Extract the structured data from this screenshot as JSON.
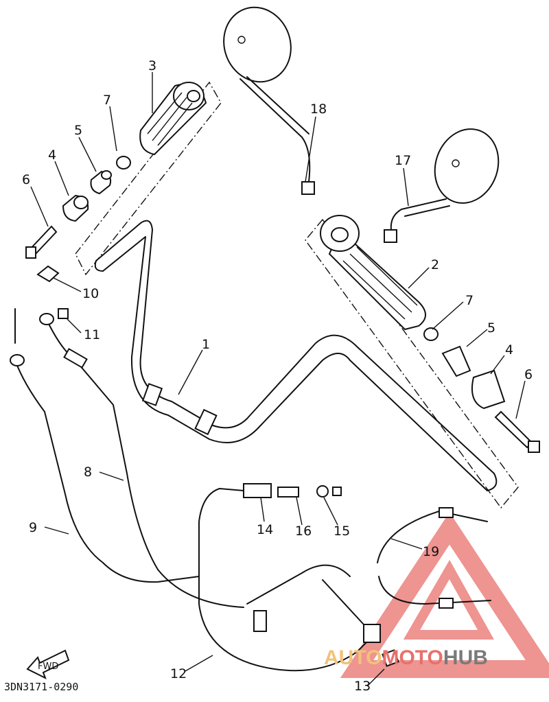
{
  "diagram": {
    "callouts": [
      "1",
      "2",
      "3",
      "4",
      "4",
      "5",
      "5",
      "6",
      "6",
      "7",
      "7",
      "8",
      "9",
      "10",
      "11",
      "12",
      "13",
      "14",
      "15",
      "16",
      "17",
      "18",
      "19"
    ],
    "fwd_label": "FWD",
    "drawing_code": "3DN3171-0290",
    "watermark": {
      "part1": "AUTO",
      "part2": "MOTO",
      "part3": "HUB"
    },
    "colors": {
      "ink": "#111111",
      "watermark_red": "#e8706c",
      "watermark_orange": "#f2c27a",
      "watermark_gray": "#7a7a7a"
    }
  }
}
